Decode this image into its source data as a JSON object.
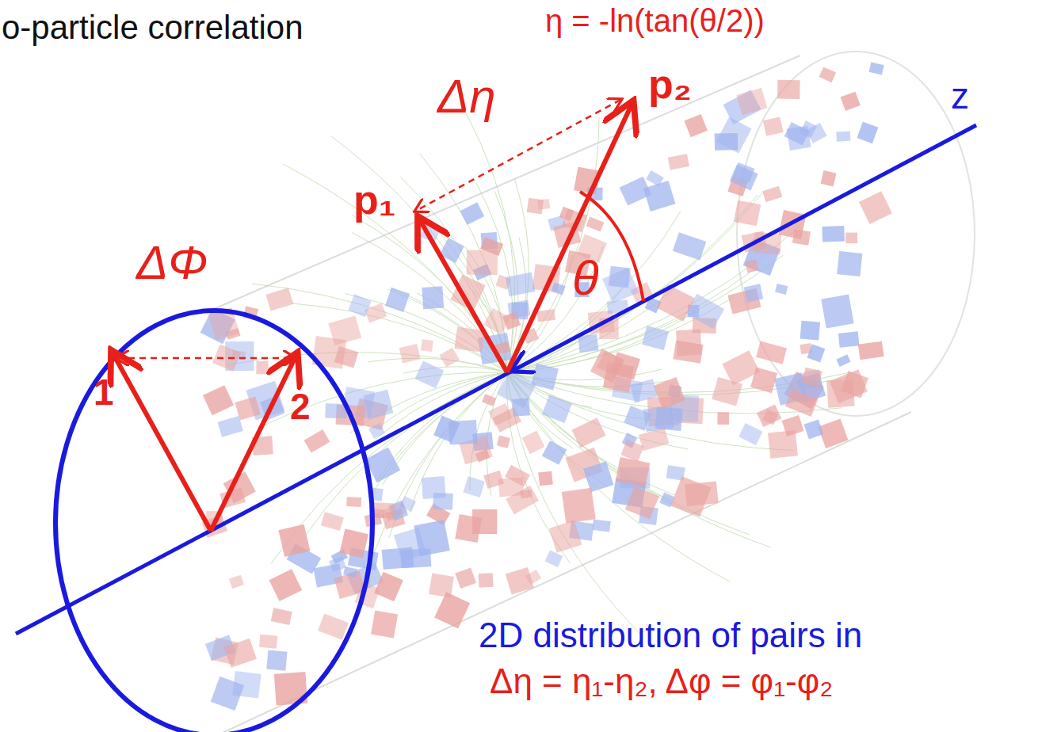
{
  "diagram": {
    "title": "o-particle correlation",
    "labels": [
      "η = -ln(tan(θ/2))",
      "Δη",
      "p₂",
      "z",
      "p₁",
      "ΔΦ",
      "θ",
      "1",
      "2",
      "2D distribution of pairs in",
      "Δη = η₁-η₂, Δφ = φ₁-φ₂"
    ]
  }
}
